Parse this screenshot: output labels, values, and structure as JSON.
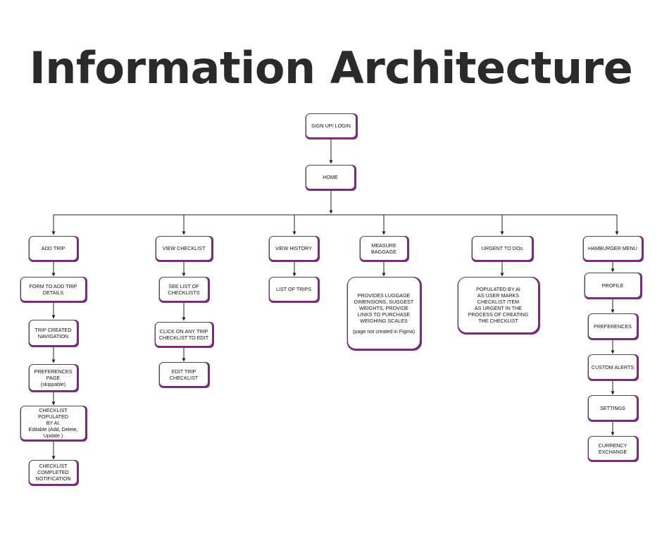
{
  "title": "Information Architecture",
  "colors": {
    "accent": "#8e1f8e",
    "line": "#222222",
    "title": "#2a2a2a"
  },
  "nodes": {
    "signup": "SIGN UP/ LOGIN",
    "home": "HOME",
    "add_trip": "ADD TRIP",
    "form_add_trip": "FORM TO ADD TRIP\nDETAILS",
    "trip_created": "TRIP CREATED\nNAVIGATION",
    "preferences_page": "PREFERENCES\nPAGE\n(skippable)",
    "checklist_populated": "CHECKLIST POPULATED\nBY AI.\nEditable (Add, Delete,\nUpdate )",
    "checklist_completed": "CHECKLIST\nCOMPLETED\nNOTIFICATION",
    "view_checklist": "VIEW CHECKLIST",
    "see_list": "SEE LIST OF\nCHECKLISTS",
    "click_trip": "CLICK ON ANY TRIP\nCHECKLIST TO EDIT",
    "edit_trip": "EDIT TRIP\nCHECKLIST",
    "view_history": "VIEW HISTORY",
    "list_trips": "LIST OF TRIPS",
    "measure_baggage": "MEASURE\nBAGGAGE",
    "provides_luggage": "PROVIDES LUGGAGE\nDIMENSIONS, SUGGEST\nWEIGHTS, PROVIDE\nLINKS TO PURCHASE\nWEIGHING SCALES",
    "provides_luggage_note": "(page not created in Figma)",
    "urgent_todos": "URGENT TO DOs",
    "populated_ai": "POPULATED BY AI\nAS USER MARKS\nCHECKLIST ITEM\nAS URGENT IN THE\nPROCESS OF CREATING\nTHE CHECKLIST",
    "hamburger_menu": "HAMBURGER MENU",
    "profile": "PROFILE",
    "preferences": "PREFERENCES",
    "custom_alerts": "CUSTOM ALERTS",
    "settings": "SETTINGS",
    "currency_exchange": "CURRENCY\nEXCHANGE"
  }
}
